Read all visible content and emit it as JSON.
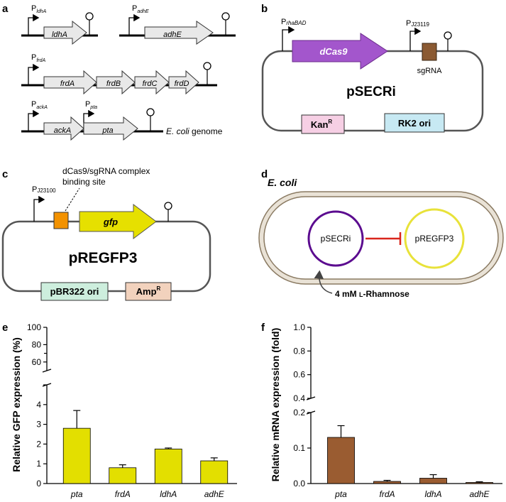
{
  "panels": {
    "a": "a",
    "b": "b",
    "c": "c",
    "d": "d",
    "e": "e",
    "f": "f"
  },
  "panel_a": {
    "p_ldhA_main": "P",
    "p_ldhA_sub": "ldhA",
    "gene_ldhA": "ldhA",
    "p_adhE_main": "P",
    "p_adhE_sub": "adhE",
    "gene_adhE": "adhE",
    "p_frdA_main": "P",
    "p_frdA_sub": "frdA",
    "genes_frd": [
      "frdA",
      "frdB",
      "frdC",
      "frdD"
    ],
    "p_ackA_main": "P",
    "p_ackA_sub": "ackA",
    "p_pta_main": "P",
    "p_pta_sub": "pta",
    "gene_ackA": "ackA",
    "gene_pta": "pta",
    "genome_label_italic": "E. coli",
    "genome_label_rest": " genome"
  },
  "panel_b": {
    "promoter_main": "P",
    "promoter_sub": "rhaBAD",
    "gene": "dCas9",
    "promoter2_main": "P",
    "promoter2_sub": "J23119",
    "sgrna": "sgRNA",
    "plasmid": "pSECRi",
    "kan": "Kan",
    "kan_sup": "R",
    "ori": "RK2 ori"
  },
  "panel_c": {
    "binding_line1": "dCas9/sgRNA complex",
    "binding_line2": "binding site",
    "promoter_main": "P",
    "promoter_sub": "J23100",
    "gene": "gfp",
    "plasmid": "pREGFP3",
    "ori": "pBR322 ori",
    "amp": "Amp",
    "amp_sup": "R"
  },
  "panel_d": {
    "cell_label": "E. coli",
    "left_circle": "pSECRi",
    "right_circle": "pREGFP3",
    "inducer_prefix": "4 mM ",
    "inducer_smallcaps": "L",
    "inducer_rest": "-Rhamnose"
  },
  "colors": {
    "dcas9": "#a356cc",
    "sgrna": "#8b5a32",
    "kan": "#f6cfe4",
    "rk2": "#c7e9f3",
    "binding_site": "#f39200",
    "gfp": "#e6e000",
    "pbr": "#cdeedd",
    "amp": "#f2d2bd",
    "circle_left": "#5b0b8f",
    "circle_right": "#e8e23a",
    "inhibit": "#d9261c",
    "bar_e": "#e3df00",
    "bar_f": "#9a5c31",
    "gene_box": "#e8e8e8"
  },
  "chart_data": [
    {
      "type": "bar",
      "panel": "e",
      "categories": [
        "pta",
        "frdA",
        "ldhA",
        "adhE"
      ],
      "values": [
        2.8,
        0.8,
        1.75,
        1.15
      ],
      "errors": [
        0.9,
        0.15,
        0.05,
        0.15
      ],
      "ylabel": "Relative GFP expression (%)",
      "ylim": [
        0,
        100
      ],
      "axis_break": [
        5,
        50
      ],
      "lower_ticks": [
        0,
        1,
        2,
        3,
        4,
        5
      ],
      "upper_ticks": [
        60,
        80,
        100
      ],
      "minor_tick": 70,
      "color": "#e3df00"
    },
    {
      "type": "bar",
      "panel": "f",
      "categories": [
        "pta",
        "frdA",
        "ldhA",
        "adhE"
      ],
      "values": [
        0.13,
        0.006,
        0.015,
        0.003
      ],
      "errors": [
        0.033,
        0.003,
        0.01,
        0.002
      ],
      "ylabel": "Relative mRNA expression (fold)",
      "ylim": [
        0,
        1.0
      ],
      "axis_break": [
        0.2,
        0.4
      ],
      "lower_ticks": [
        0.0,
        0.1,
        0.2
      ],
      "lower_tick_labels": [
        "0.0",
        "0.1",
        "0.2"
      ],
      "upper_ticks": [
        0.4,
        0.6,
        0.8,
        1.0
      ],
      "upper_tick_labels": [
        "0.4",
        "0.6",
        "0.8",
        "1.0"
      ],
      "color": "#9a5c31"
    }
  ]
}
